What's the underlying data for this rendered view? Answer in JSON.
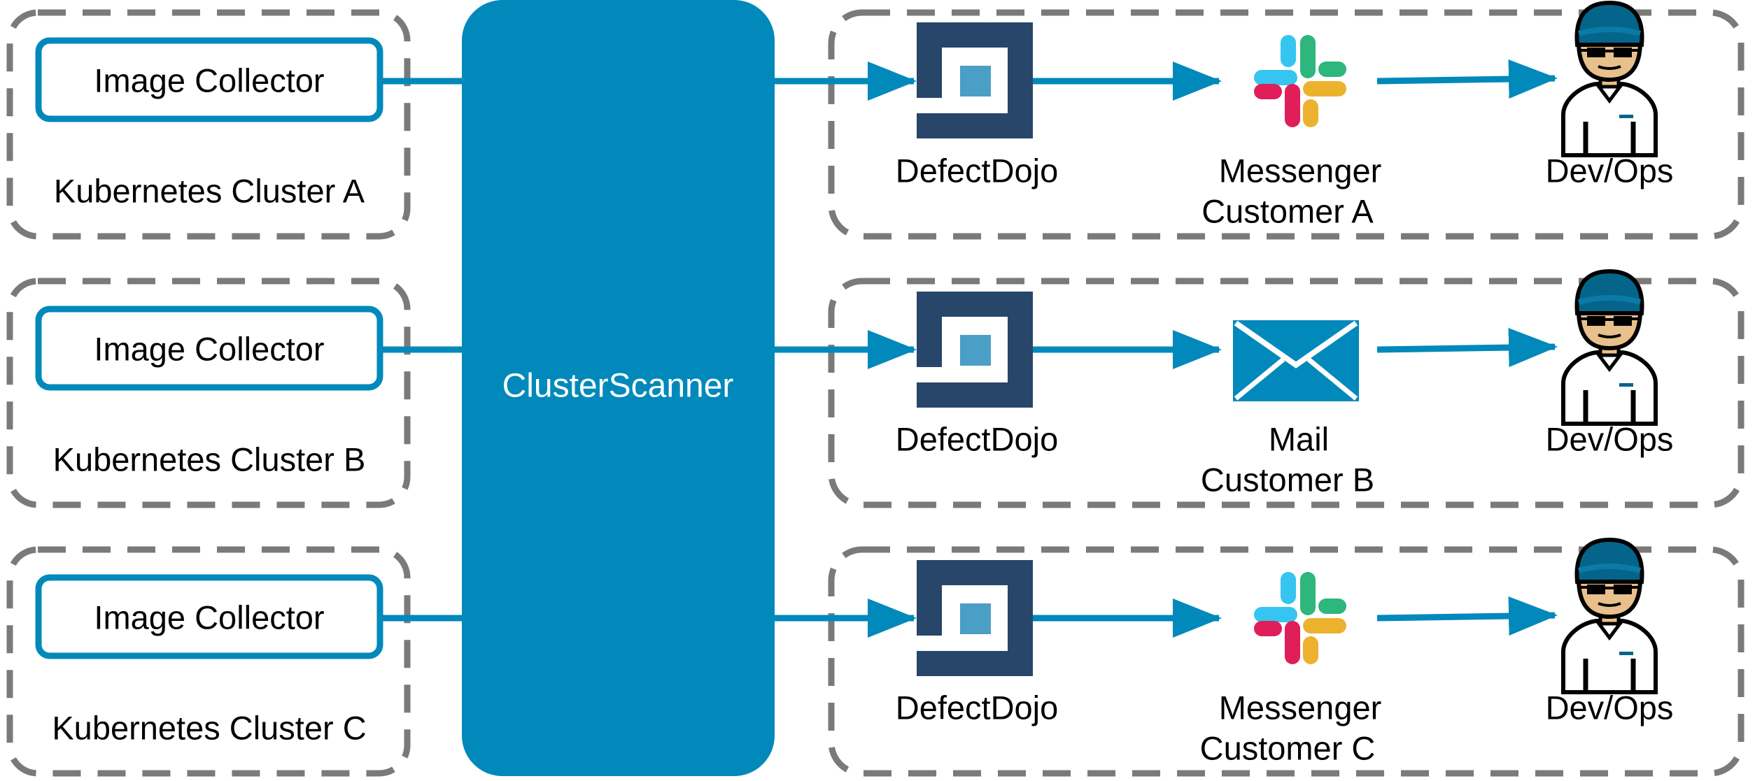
{
  "colors": {
    "primary_blue": "#0089BA",
    "defectdojo_dark": "#27466A",
    "defectdojo_square": "#4B9EC5",
    "dash_gray": "#7A7A7A",
    "text": "#000000",
    "scanner_text": "#FFFFFF"
  },
  "scanner": {
    "label": "ClusterScanner"
  },
  "clusters": [
    {
      "collector_label": "Image Collector",
      "cluster_label": "Kubernetes Cluster A"
    },
    {
      "collector_label": "Image Collector",
      "cluster_label": "Kubernetes Cluster B"
    },
    {
      "collector_label": "Image Collector",
      "cluster_label": "Kubernetes Cluster C"
    }
  ],
  "customers": [
    {
      "defectdojo_label": "DefectDojo",
      "channel_label": "Messenger",
      "customer_label": "Customer A",
      "channel_icon": "slack-icon",
      "person_label": "Dev/Ops",
      "person_icon": "devops-person-icon"
    },
    {
      "defectdojo_label": "DefectDojo",
      "channel_label": "Mail",
      "customer_label": "Customer B",
      "channel_icon": "mail-icon",
      "person_label": "Dev/Ops",
      "person_icon": "devops-person-icon"
    },
    {
      "defectdojo_label": "DefectDojo",
      "channel_label": "Messenger",
      "customer_label": "Customer C",
      "channel_icon": "slack-icon",
      "person_label": "Dev/Ops",
      "person_icon": "devops-person-icon"
    }
  ]
}
